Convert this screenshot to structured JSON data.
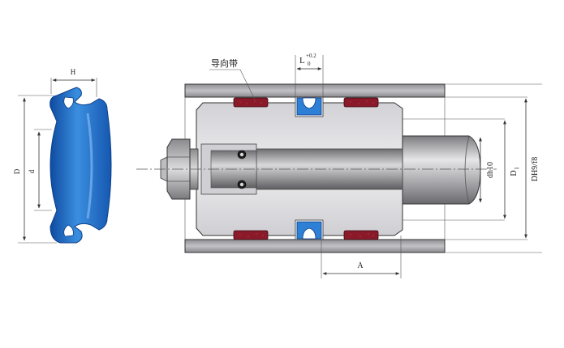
{
  "labels": {
    "guide_band": "导向带",
    "groove_length": "L",
    "tolerance_upper": "+0.2",
    "tolerance_lower": "0",
    "width_h": "H",
    "outer_d": "D",
    "inner_d": "d",
    "rod_dia": "dh10",
    "groove_dia": "D",
    "groove_dia_sub": "1",
    "bore_dia": "DH9/f8",
    "dim_a": "A"
  },
  "colors": {
    "seal_blue": "#2e7fd6",
    "seal_blue_dark": "#1452a8",
    "guide_band": "#8a1a2a",
    "piston_gray": "#e2e2e4",
    "cylinder_gray": "#a8a8ac",
    "rod_gray": "#9c9ca0"
  }
}
